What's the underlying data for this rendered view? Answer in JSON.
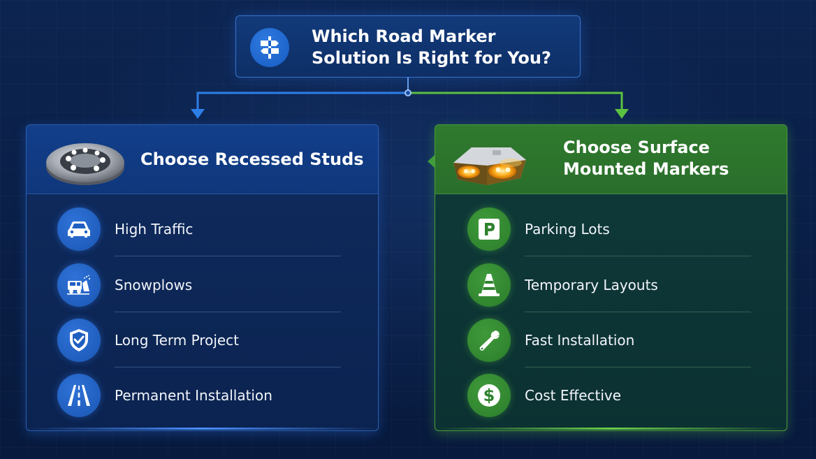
{
  "header": {
    "title_line1": "Which Road Marker",
    "title_line2": "Solution Is Right for You?",
    "icon": "signpost-icon"
  },
  "colors": {
    "background": "#0a1f47",
    "left_accent": "#2f72d8",
    "right_accent": "#3f9a3a",
    "left_header": "#123e8a",
    "right_header": "#2f7a2e"
  },
  "left_panel": {
    "title": "Choose Recessed Studs",
    "image": "recessed-stud-image",
    "items": [
      {
        "label": "High Traffic",
        "icon": "car-icon"
      },
      {
        "label": "Snowplows",
        "icon": "snowplow-icon"
      },
      {
        "label": "Long Term Project",
        "icon": "shield-check-icon"
      },
      {
        "label": "Permanent Installation",
        "icon": "road-icon"
      }
    ]
  },
  "right_panel": {
    "title_line1": "Choose Surface",
    "title_line2": "Mounted Markers",
    "image": "surface-marker-image",
    "items": [
      {
        "label": "Parking Lots",
        "icon": "parking-icon"
      },
      {
        "label": "Temporary Layouts",
        "icon": "traffic-cone-icon"
      },
      {
        "label": "Fast Installation",
        "icon": "wrench-icon"
      },
      {
        "label": "Cost Effective",
        "icon": "dollar-icon"
      }
    ]
  }
}
